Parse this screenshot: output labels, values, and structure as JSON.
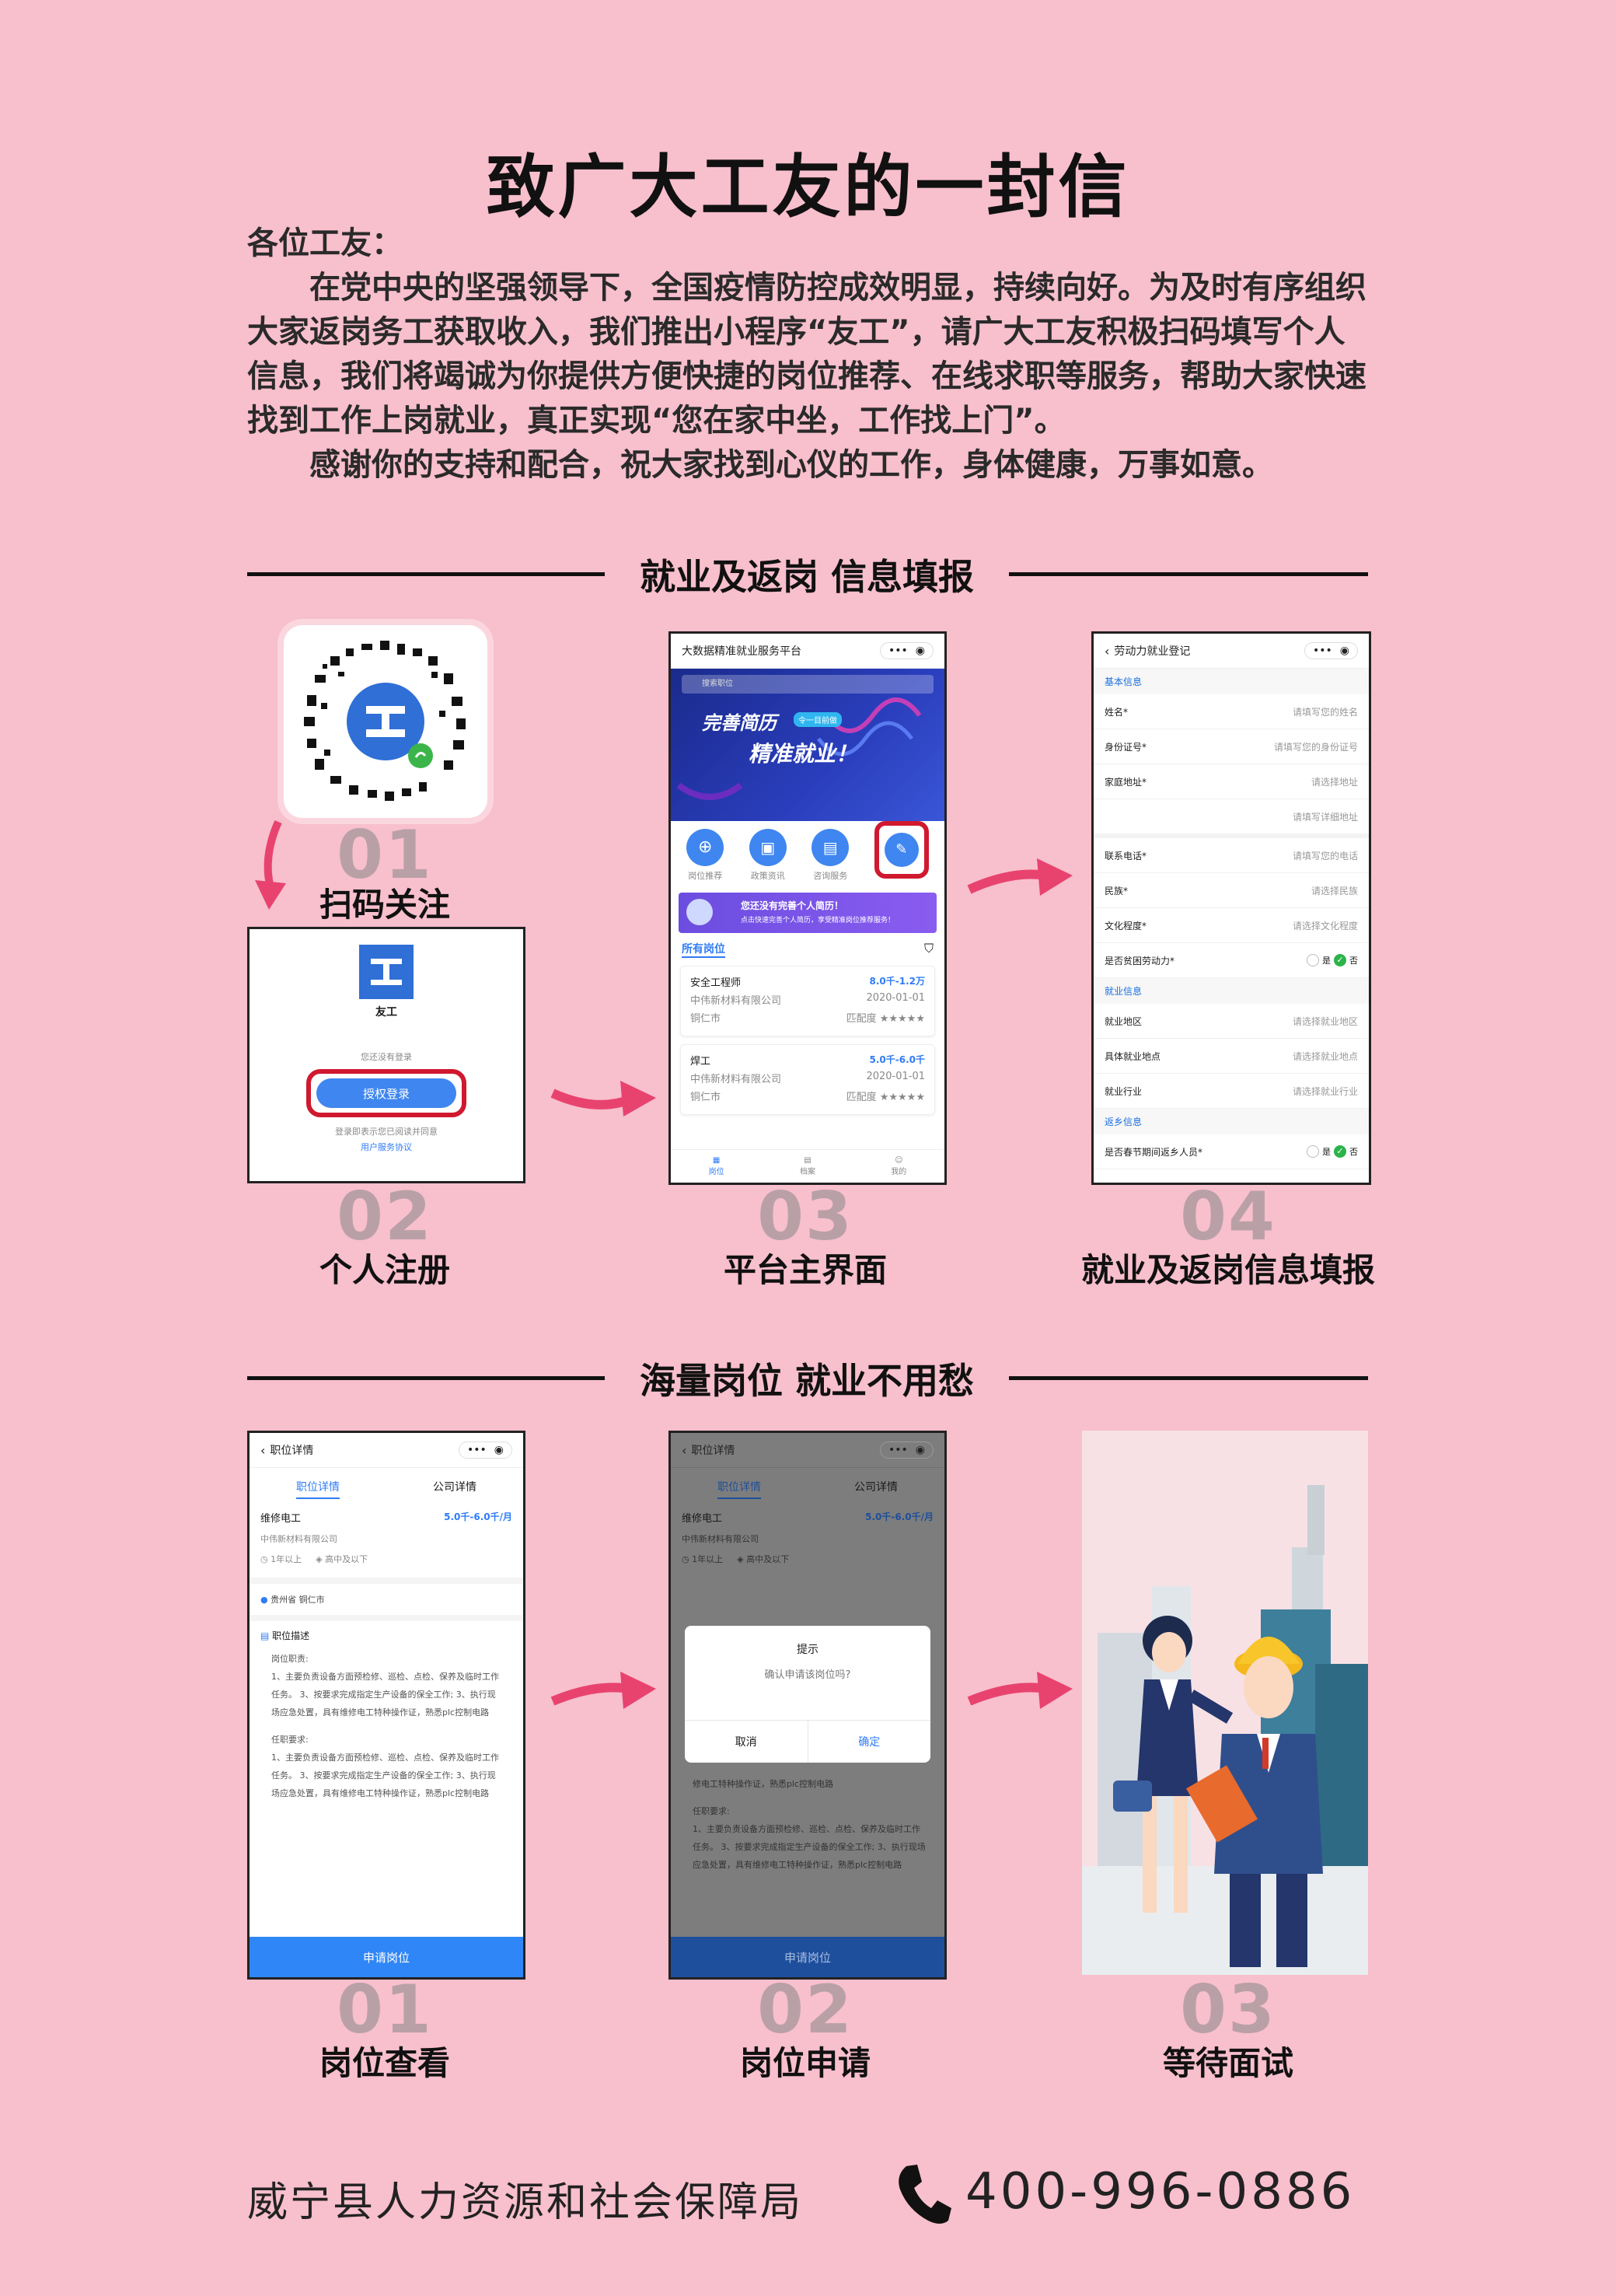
{
  "title": "致广大工友的一封信",
  "letter": {
    "greeting": "各位工友：",
    "para1": "在党中央的坚强领导下，全国疫情防控成效明显，持续向好。为及时有序组织大家返岗务工获取收入，我们推出小程序“友工”，请广大工友积极扫码填写个人信息，我们将竭诚为你提供方便快捷的岗位推荐、在线求职等服务，帮助大家快速找到工作上岗就业，真正实现“您在家中坐，工作找上门”。",
    "para2": "感谢你的支持和配合，祝大家找到心仪的工作，身体健康，万事如意。"
  },
  "section1": {
    "title": "就业及返岗 信息填报",
    "steps": [
      {
        "num": "01",
        "label": "扫码关注"
      },
      {
        "num": "02",
        "label": "个人注册"
      },
      {
        "num": "03",
        "label": "平台主界面"
      },
      {
        "num": "04",
        "label": "就业及返岗信息填报"
      }
    ]
  },
  "section2": {
    "title": "海量岗位 就业不用愁",
    "steps": [
      {
        "num": "01",
        "label": "岗位查看"
      },
      {
        "num": "02",
        "label": "岗位申请"
      },
      {
        "num": "03",
        "label": "等待面试"
      }
    ]
  },
  "login_screen": {
    "app_name": "友工",
    "not_logged": "您还没有登录",
    "login_button": "授权登录",
    "agree_text": "登录即表示您已阅读并同意",
    "agreement_link": "用户服务协议"
  },
  "main_screen": {
    "header": "大数据精准就业服务平台",
    "search_placeholder": "搜索职位",
    "banner_line1": "完善简历",
    "banner_badge": "令一目前做",
    "banner_line2": "精准就业！",
    "icons": [
      "岗位推荐",
      "政策资讯",
      "咨询服务",
      ""
    ],
    "notice_title": "您还没有完善个人简历！",
    "notice_sub": "点击快速完善个人简历，享受精准岗位推荐服务！",
    "list_title": "所有岗位",
    "jobs": [
      {
        "title": "安全工程师",
        "salary": "8.0千-1.2万",
        "company": "中伟新材料有限公司",
        "date": "2020-01-01",
        "city": "铜仁市",
        "match": "匹配度"
      },
      {
        "title": "焊工",
        "salary": "5.0千-6.0千",
        "company": "中伟新材料有限公司",
        "date": "2020-01-01",
        "city": "铜仁市",
        "match": "匹配度"
      }
    ],
    "tabs": [
      "岗位",
      "档案",
      "我的"
    ]
  },
  "form_screen": {
    "header": "劳动力就业登记",
    "section_basic": "基本信息",
    "rows_basic": [
      {
        "label": "姓名*",
        "value": "请填写您的姓名"
      },
      {
        "label": "身份证号*",
        "value": "请填写您的身份证号"
      },
      {
        "label": "家庭地址*",
        "value": "请选择地址"
      },
      {
        "label": "",
        "value": "请填写详细地址"
      }
    ],
    "rows_contact": [
      {
        "label": "联系电话*",
        "value": "请填写您的电话"
      },
      {
        "label": "民族*",
        "value": "请选择民族"
      },
      {
        "label": "文化程度*",
        "value": "请选择文化程度"
      }
    ],
    "poverty_label": "是否贫困劳动力*",
    "yes": "是",
    "no": "否",
    "section_employ": "就业信息",
    "rows_employ": [
      {
        "label": "就业地区",
        "value": "请选择就业地区"
      },
      {
        "label": "具体就业地点",
        "value": "请选择就业地点"
      },
      {
        "label": "就业行业",
        "value": "请选择就业行业"
      }
    ],
    "section_return": "返乡信息",
    "return_label": "是否春节期间返乡人员*"
  },
  "detail_screen": {
    "header": "职位详情",
    "tab1": "职位详情",
    "tab2": "公司详情",
    "job": "维修电工",
    "salary": "5.0千-6.0千/月",
    "company": "中伟新材料有限公司",
    "exp": "1年以上",
    "edu": "高中及以下",
    "location": "贵州省 铜仁市",
    "desc_title": "职位描述",
    "duty_title": "岗位职责:",
    "duty_text": "1、主要负责设备方面预检修、巡检、点检、保养及临时工作任务。 3、按要求完成指定生产设备的保全工作; 3、执行现场应急处置，具有维修电工特种操作证，熟悉plc控制电路",
    "req_title": "任职要求:",
    "req_text": "1、主要负责设备方面预检修、巡检、点检、保养及临时工作任务。 3、按要求完成指定生产设备的保全工作; 3、执行现场应急处置，具有维修电工特种操作证，熟悉plc控制电路",
    "apply_button": "申请岗位"
  },
  "dialog": {
    "title": "提示",
    "message": "确认申请该岗位吗?",
    "cancel": "取消",
    "confirm": "确定",
    "behind_text": "修电工特种操作证，熟悉plc控制电路"
  },
  "footer": {
    "org": "威宁县人力资源和社会保障局",
    "phone": "400-996-0886"
  },
  "colors": {
    "background": "#f8bfcd",
    "accent_blue": "#2f7cf6",
    "arrow_pink": "#e8436f",
    "highlight_red": "#d0192f"
  }
}
